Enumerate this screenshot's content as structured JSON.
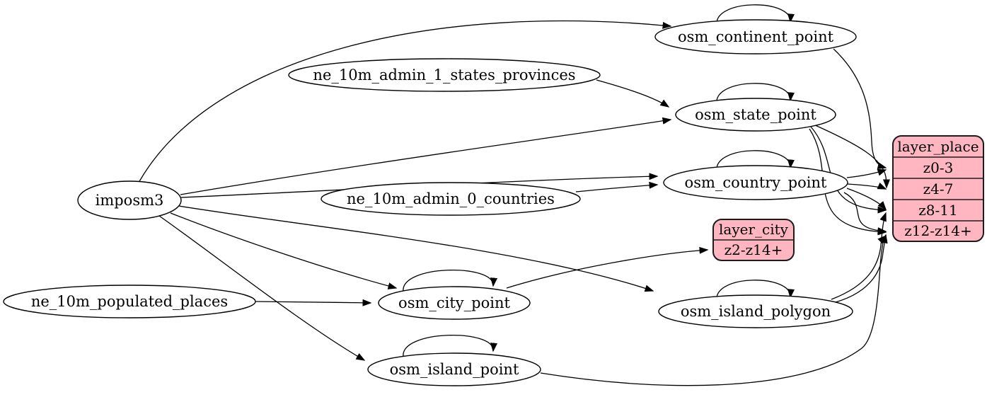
{
  "diagram": {
    "type": "graphviz-etl-flow",
    "background_color": "#ffffff",
    "edge_color": "#000000",
    "table_fill_color": "#ffffff",
    "layer_fill_color": "#ffb6c1",
    "text_color": "#000000",
    "nodes": {
      "imposm3": {
        "label": "imposm3",
        "shape": "ellipse"
      },
      "ne_admin1": {
        "label": "ne_10m_admin_1_states_provinces",
        "shape": "ellipse"
      },
      "ne_admin0": {
        "label": "ne_10m_admin_0_countries",
        "shape": "ellipse"
      },
      "ne_places": {
        "label": "ne_10m_populated_places",
        "shape": "ellipse"
      },
      "continent": {
        "label": "osm_continent_point",
        "shape": "ellipse",
        "self_loop": true
      },
      "state": {
        "label": "osm_state_point",
        "shape": "ellipse",
        "self_loop": true
      },
      "country": {
        "label": "osm_country_point",
        "shape": "ellipse",
        "self_loop": true
      },
      "city": {
        "label": "osm_city_point",
        "shape": "ellipse",
        "self_loop": true
      },
      "island_polygon": {
        "label": "osm_island_polygon",
        "shape": "ellipse",
        "self_loop": true
      },
      "island_point": {
        "label": "osm_island_point",
        "shape": "ellipse",
        "self_loop": true
      }
    },
    "layer_city": {
      "title": "layer_city",
      "rows": [
        "z2-z14+"
      ]
    },
    "layer_place": {
      "title": "layer_place",
      "rows": [
        "z0-3",
        "z4-7",
        "z8-11",
        "z12-z14+"
      ]
    },
    "edges": [
      "imposm3 -> osm_continent_point",
      "imposm3 -> osm_state_point",
      "imposm3 -> osm_country_point",
      "imposm3 -> osm_city_point",
      "imposm3 -> osm_island_polygon",
      "imposm3 -> osm_island_point",
      "ne_10m_admin_1_states_provinces -> osm_state_point",
      "ne_10m_admin_0_countries -> osm_country_point",
      "ne_10m_populated_places -> osm_city_point",
      "osm_continent_point -> osm_continent_point",
      "osm_state_point -> osm_state_point",
      "osm_country_point -> osm_country_point",
      "osm_city_point -> osm_city_point",
      "osm_island_polygon -> osm_island_polygon",
      "osm_island_point -> osm_island_point",
      "osm_city_point -> layer_city:z2-z14+",
      "osm_continent_point -> layer_place:z0-3",
      "osm_country_point -> layer_place:z0-3",
      "osm_country_point -> layer_place:z4-7",
      "osm_country_point -> layer_place:z8-11",
      "osm_country_point -> layer_place:z12-z14+",
      "osm_state_point -> layer_place:z4-7",
      "osm_state_point -> layer_place:z8-11",
      "osm_state_point -> layer_place:z12-z14+",
      "osm_island_polygon -> layer_place:z8-11",
      "osm_island_polygon -> layer_place:z12-z14+",
      "osm_island_point -> layer_place:z12-z14+"
    ]
  }
}
